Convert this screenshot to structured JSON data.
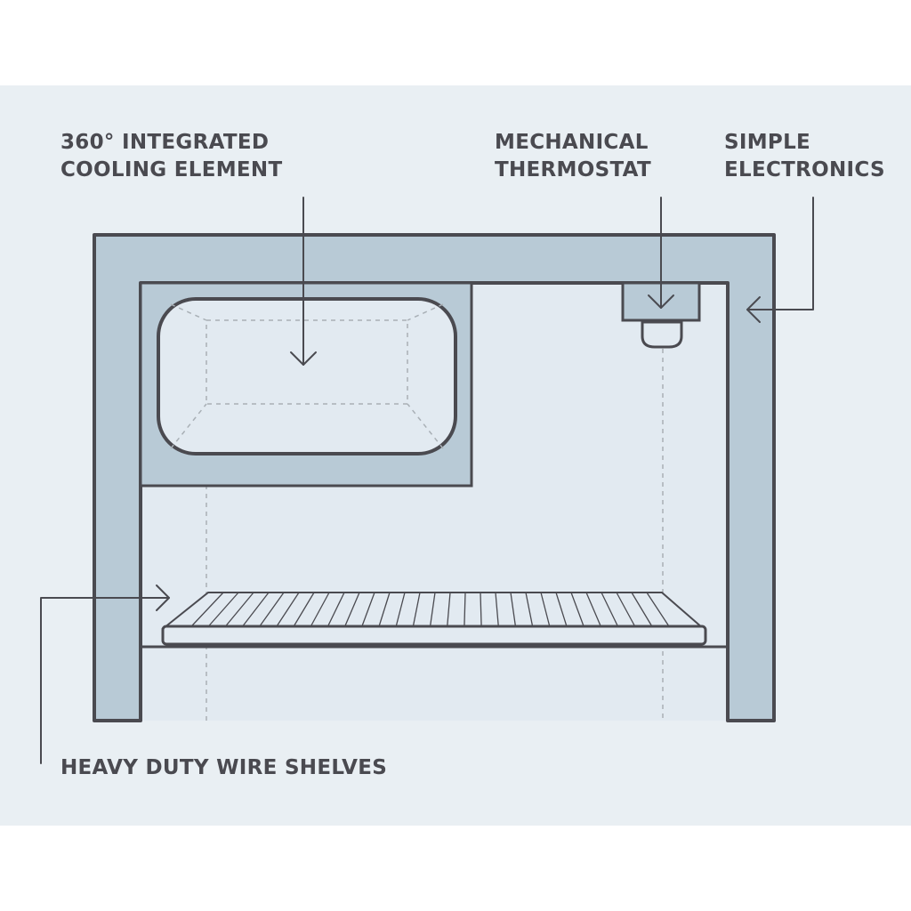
{
  "labels": {
    "cooling": {
      "line1": "360° INTEGRATED",
      "line2": "COOLING ELEMENT"
    },
    "thermostat": {
      "line1": "MECHANICAL",
      "line2": "THERMOSTAT"
    },
    "electronics": {
      "line1": "SIMPLE",
      "line2": "ELECTRONICS"
    },
    "shelves": "HEAVY DUTY WIRE SHELVES"
  },
  "colors": {
    "page_background": "#ffffff",
    "panel_background": "#e9eff3",
    "cabinet_wall": "#b8cad6",
    "interior": "#e2eaf1",
    "outline": "#4a4a50",
    "label_text": "#4a4a50",
    "dashed_guide": "#a9b0b6"
  }
}
